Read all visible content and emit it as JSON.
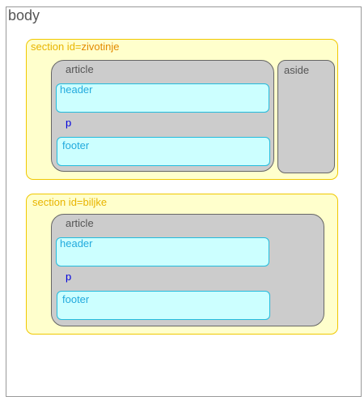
{
  "body": {
    "label": "body"
  },
  "sections": [
    {
      "label_prefix": "section id=",
      "id_value": "zivotinje",
      "article": {
        "label": "article",
        "header": "header",
        "p": "p",
        "footer": "footer"
      },
      "aside": {
        "label": "aside"
      }
    },
    {
      "label_prefix": "section id=",
      "id_value": "biljke",
      "article": {
        "label": "article",
        "header": "header",
        "p": "p",
        "footer": "footer"
      }
    }
  ]
}
